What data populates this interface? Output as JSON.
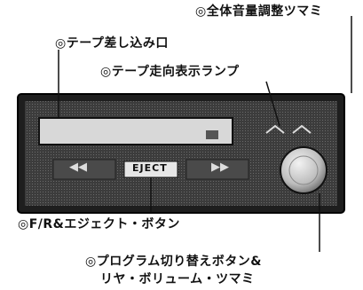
{
  "callouts": {
    "master_volume_knob": "◎全体音量調整ツマミ",
    "tape_slot": "◎テープ差し込み口",
    "tape_direction_lamp": "◎テープ走向表示ランプ",
    "fr_eject_button": "◎F/R&エジェクト・ボタン",
    "program_switch_line1": "◎プログラム切り替えボタン&",
    "program_switch_line2": "リヤ・ボリューム・ツマミ"
  },
  "device": {
    "eject_label": "EJECT",
    "rewind_symbol": "◀◀",
    "forward_symbol": "▶▶",
    "lamp_text": "",
    "colors": {
      "panel": "#3a3a3a",
      "bezel": "#222222",
      "knob": "#d9d9d9"
    }
  }
}
